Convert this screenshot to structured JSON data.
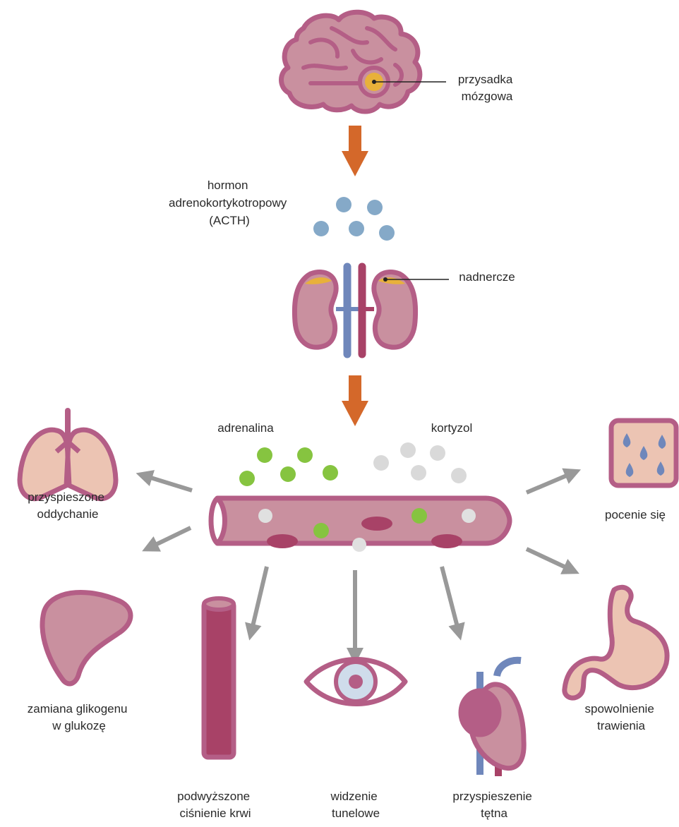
{
  "labels": {
    "pituitary": [
      "przysadka",
      "mózgowa"
    ],
    "acth": [
      "hormon",
      "adrenokortykotropowy",
      "(ACTH)"
    ],
    "adrenal": "nadnercze",
    "adrenaline": "adrenalina",
    "cortisol": "kortyzol",
    "lungs": [
      "przyspieszone",
      "oddychanie"
    ],
    "sweat": "pocenie się",
    "liver": [
      "zamiana glikogenu",
      "w glukozę"
    ],
    "vessel": [
      "podwyższone",
      "ciśnienie krwi"
    ],
    "eye": [
      "widzenie",
      "tunelowe"
    ],
    "heart": [
      "przyspieszenie",
      "tętna"
    ],
    "stomach": [
      "spowolnienie",
      "trawienia"
    ]
  },
  "colors": {
    "organ_fill": "#c9909f",
    "organ_stroke": "#b45e86",
    "light_fill": "#ecc4b3",
    "orange_arrow": "#d4682a",
    "grey_arrow": "#999999",
    "acth_dot": "#85a9c8",
    "adrenaline_dot": "#86c440",
    "cortisol_dot": "#d9d9d9",
    "gland": "#e8b13a",
    "vein": "#6f87bb",
    "artery": "#a84267",
    "red_cell": "#a84267"
  }
}
